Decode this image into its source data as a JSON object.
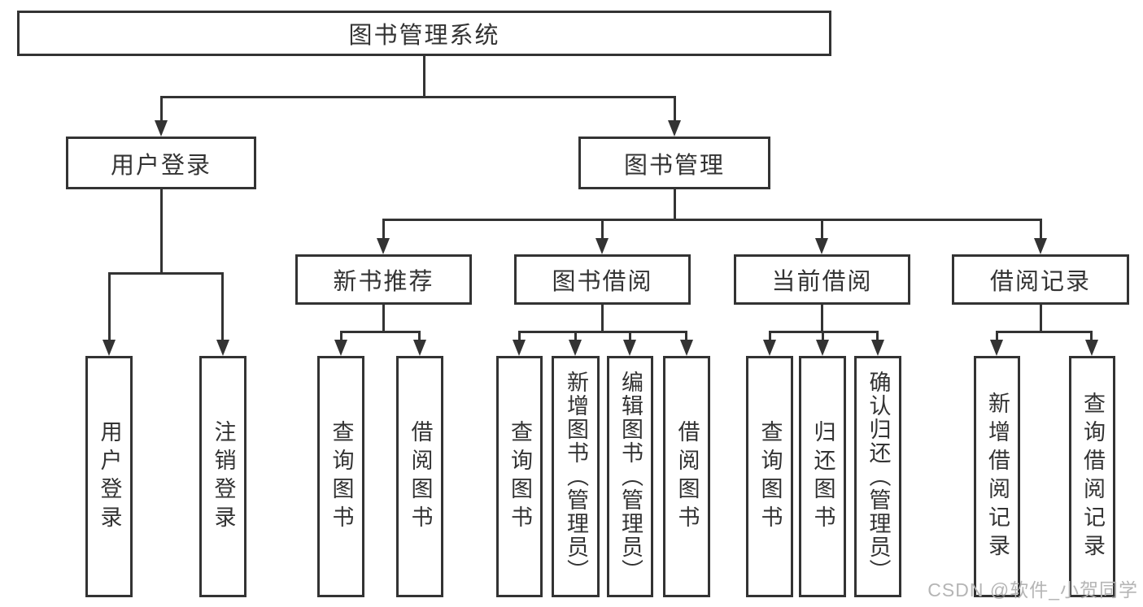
{
  "diagram": {
    "title": "图书管理系统",
    "level2": {
      "user_login": "用户登录",
      "book_management": "图书管理"
    },
    "level3": {
      "new_book_recommend": "新书推荐",
      "book_borrowing": "图书借阅",
      "current_borrowing": "当前借阅",
      "borrowing_records": "借阅记录"
    },
    "leaves": {
      "user_login": "用户登录",
      "logout": "注销登录",
      "recommend_query_books": "查询图书",
      "recommend_borrow_books": "借阅图书",
      "borrow_query_books": "查询图书",
      "borrow_add_books": "新增图书（管理员）",
      "borrow_edit_books": "编辑图书（管理员）",
      "borrow_borrow_books": "借阅图书",
      "current_query_books": "查询图书",
      "current_return_books": "归还图书",
      "current_confirm_return": "确认归还（管理员）",
      "records_add_record": "新增借阅记录",
      "records_query_record": "查询借阅记录"
    }
  },
  "watermark": "CSDN @软件_小贺同学",
  "colors": {
    "line": "#333333",
    "background": "#ffffff",
    "watermark": "#b5b5b5"
  }
}
